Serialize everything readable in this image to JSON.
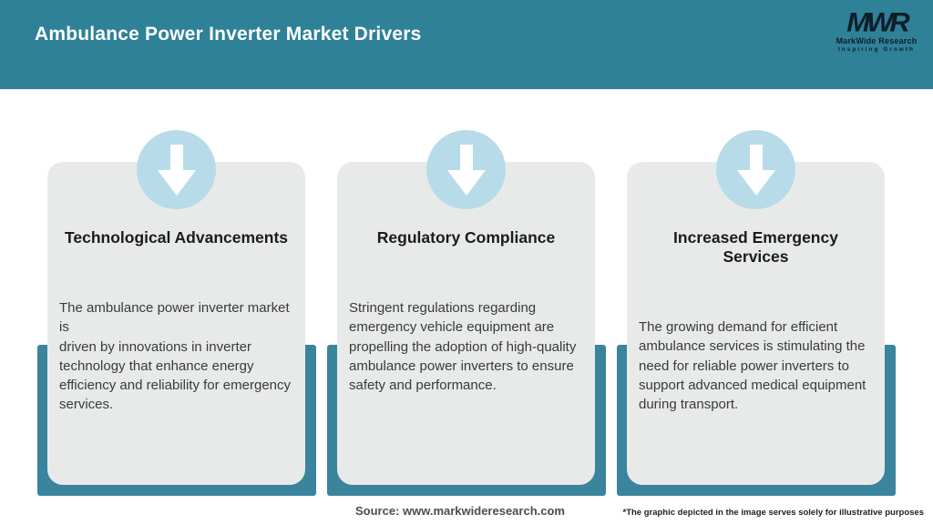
{
  "header": {
    "title": "Ambulance Power Inverter Market Drivers",
    "logo": {
      "monogram": "MWR",
      "name": "MarkWide Research",
      "tagline": "Inspiring Growth"
    }
  },
  "cards": [
    {
      "icon": "down-arrow-icon",
      "title": "Technological Advancements",
      "body": [
        "The ambulance power inverter market is",
        "driven by innovations in inverter",
        "technology that enhance energy",
        "efficiency and reliability for emergency",
        "services."
      ]
    },
    {
      "icon": "down-arrow-icon",
      "title": "Regulatory Compliance",
      "body": [
        "Stringent regulations regarding",
        "emergency vehicle equipment are",
        "propelling the adoption of high-quality",
        "ambulance power inverters to ensure",
        "safety and performance."
      ]
    },
    {
      "icon": "down-arrow-icon",
      "title": "Increased Emergency Services",
      "body": [
        "The growing demand for efficient",
        "ambulance services is stimulating the",
        "need for reliable power inverters to",
        "support advanced medical equipment",
        "during transport."
      ]
    }
  ],
  "footer": {
    "source": "Source: www.markwideresearch.com",
    "disclaimer": "*The graphic depicted in the image serves solely for illustrative purposes"
  },
  "colors": {
    "header_teal": "#2F8198",
    "band_teal": "#3A849D",
    "card_gray": "#E8EAEA",
    "circle_blue": "#B7DBE9",
    "arrow_white": "#FFFFFF",
    "title_dark": "#1B1B1B",
    "body_dark": "#3A3A3A",
    "logo_dark": "#0E1F29",
    "source_gray": "#4D4D4D"
  }
}
